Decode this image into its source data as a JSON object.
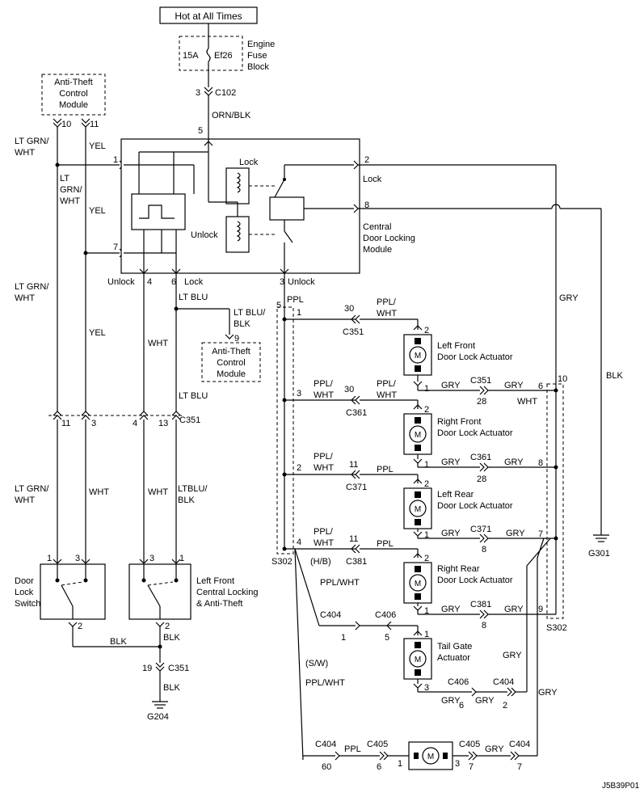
{
  "power_source": "Hot at All Times",
  "fuse": {
    "rating": "15A",
    "id": "Ef26",
    "block_label": "Engine Fuse Block"
  },
  "connectors": {
    "c102": "C102",
    "c351": "C351",
    "c361": "C361",
    "c371": "C371",
    "c381": "C381",
    "c404": "C404",
    "c405": "C405",
    "c406": "C406",
    "s302": "S302"
  },
  "modules": {
    "anti_theft_top": [
      "Anti-Theft",
      "Control",
      "Module"
    ],
    "anti_theft_mid": [
      "Anti-Theft",
      "Control",
      "Module"
    ],
    "central_locking": [
      "Central",
      "Door Locking",
      "Module"
    ]
  },
  "module_labels": {
    "lock": "Lock",
    "unlock": "Unlock"
  },
  "wires": {
    "orn_blk": "ORN/BLK",
    "lt_grn_wht": [
      "LT GRN/",
      "WHT"
    ],
    "lt_grn_wht3": [
      "LT",
      "GRN/",
      "WHT"
    ],
    "yel": "YEL",
    "wht": "WHT",
    "lt_blu": "LT BLU",
    "lt_blu_blk": [
      "LT BLU/",
      "BLK"
    ],
    "ltblu_blk": [
      "LTBLU/",
      "BLK"
    ],
    "ppl": "PPL",
    "ppl_wht": [
      "PPL/",
      "WHT"
    ],
    "ppl_wht_one": "PPL/WHT",
    "gry": "GRY",
    "blk": "BLK",
    "hb": "(H/B)",
    "sw": "(S/W)"
  },
  "actuators": {
    "lf": [
      "Left Front",
      "Door Lock Actuator"
    ],
    "rf": [
      "Right Front",
      "Door Lock Actuator"
    ],
    "lr": [
      "Left Rear",
      "Door Lock Actuator"
    ],
    "rr": [
      "Right Rear",
      "Door Lock Actuator"
    ],
    "tg": [
      "Tail Gate",
      "Actuator"
    ],
    "m": "M"
  },
  "switches": {
    "door_lock": [
      "Door",
      "Lock",
      "Switch"
    ],
    "lf_central": [
      "Left Front",
      "Central Locking",
      "& Anti-Theft"
    ]
  },
  "grounds": {
    "g204": "G204",
    "g301": "G301"
  },
  "pins": {
    "p1": "1",
    "p2": "2",
    "p3": "3",
    "p4": "4",
    "p5": "5",
    "p6": "6",
    "p7": "7",
    "p8": "8",
    "p9": "9",
    "p10": "10",
    "p11": "11",
    "p13": "13",
    "p19": "19",
    "p28": "28",
    "p30": "30",
    "p60": "60"
  },
  "diagram_code": "J5B39P01"
}
